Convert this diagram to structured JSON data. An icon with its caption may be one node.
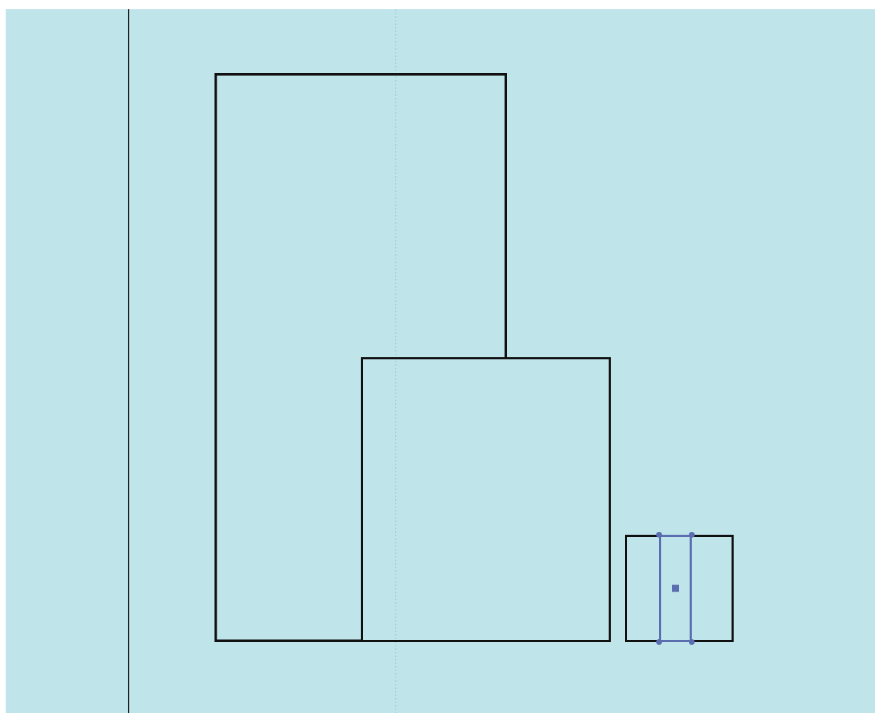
{
  "diagram": {
    "nodes": [
      {
        "text": [],
        "shape": "box"
      },
      {
        "text": [],
        "shape": "box"
      },
      {
        "text": [],
        "shape": "box"
      },
      {
        "text": [],
        "shape": "box",
        "in": 2
      }
    ]
  }
}
